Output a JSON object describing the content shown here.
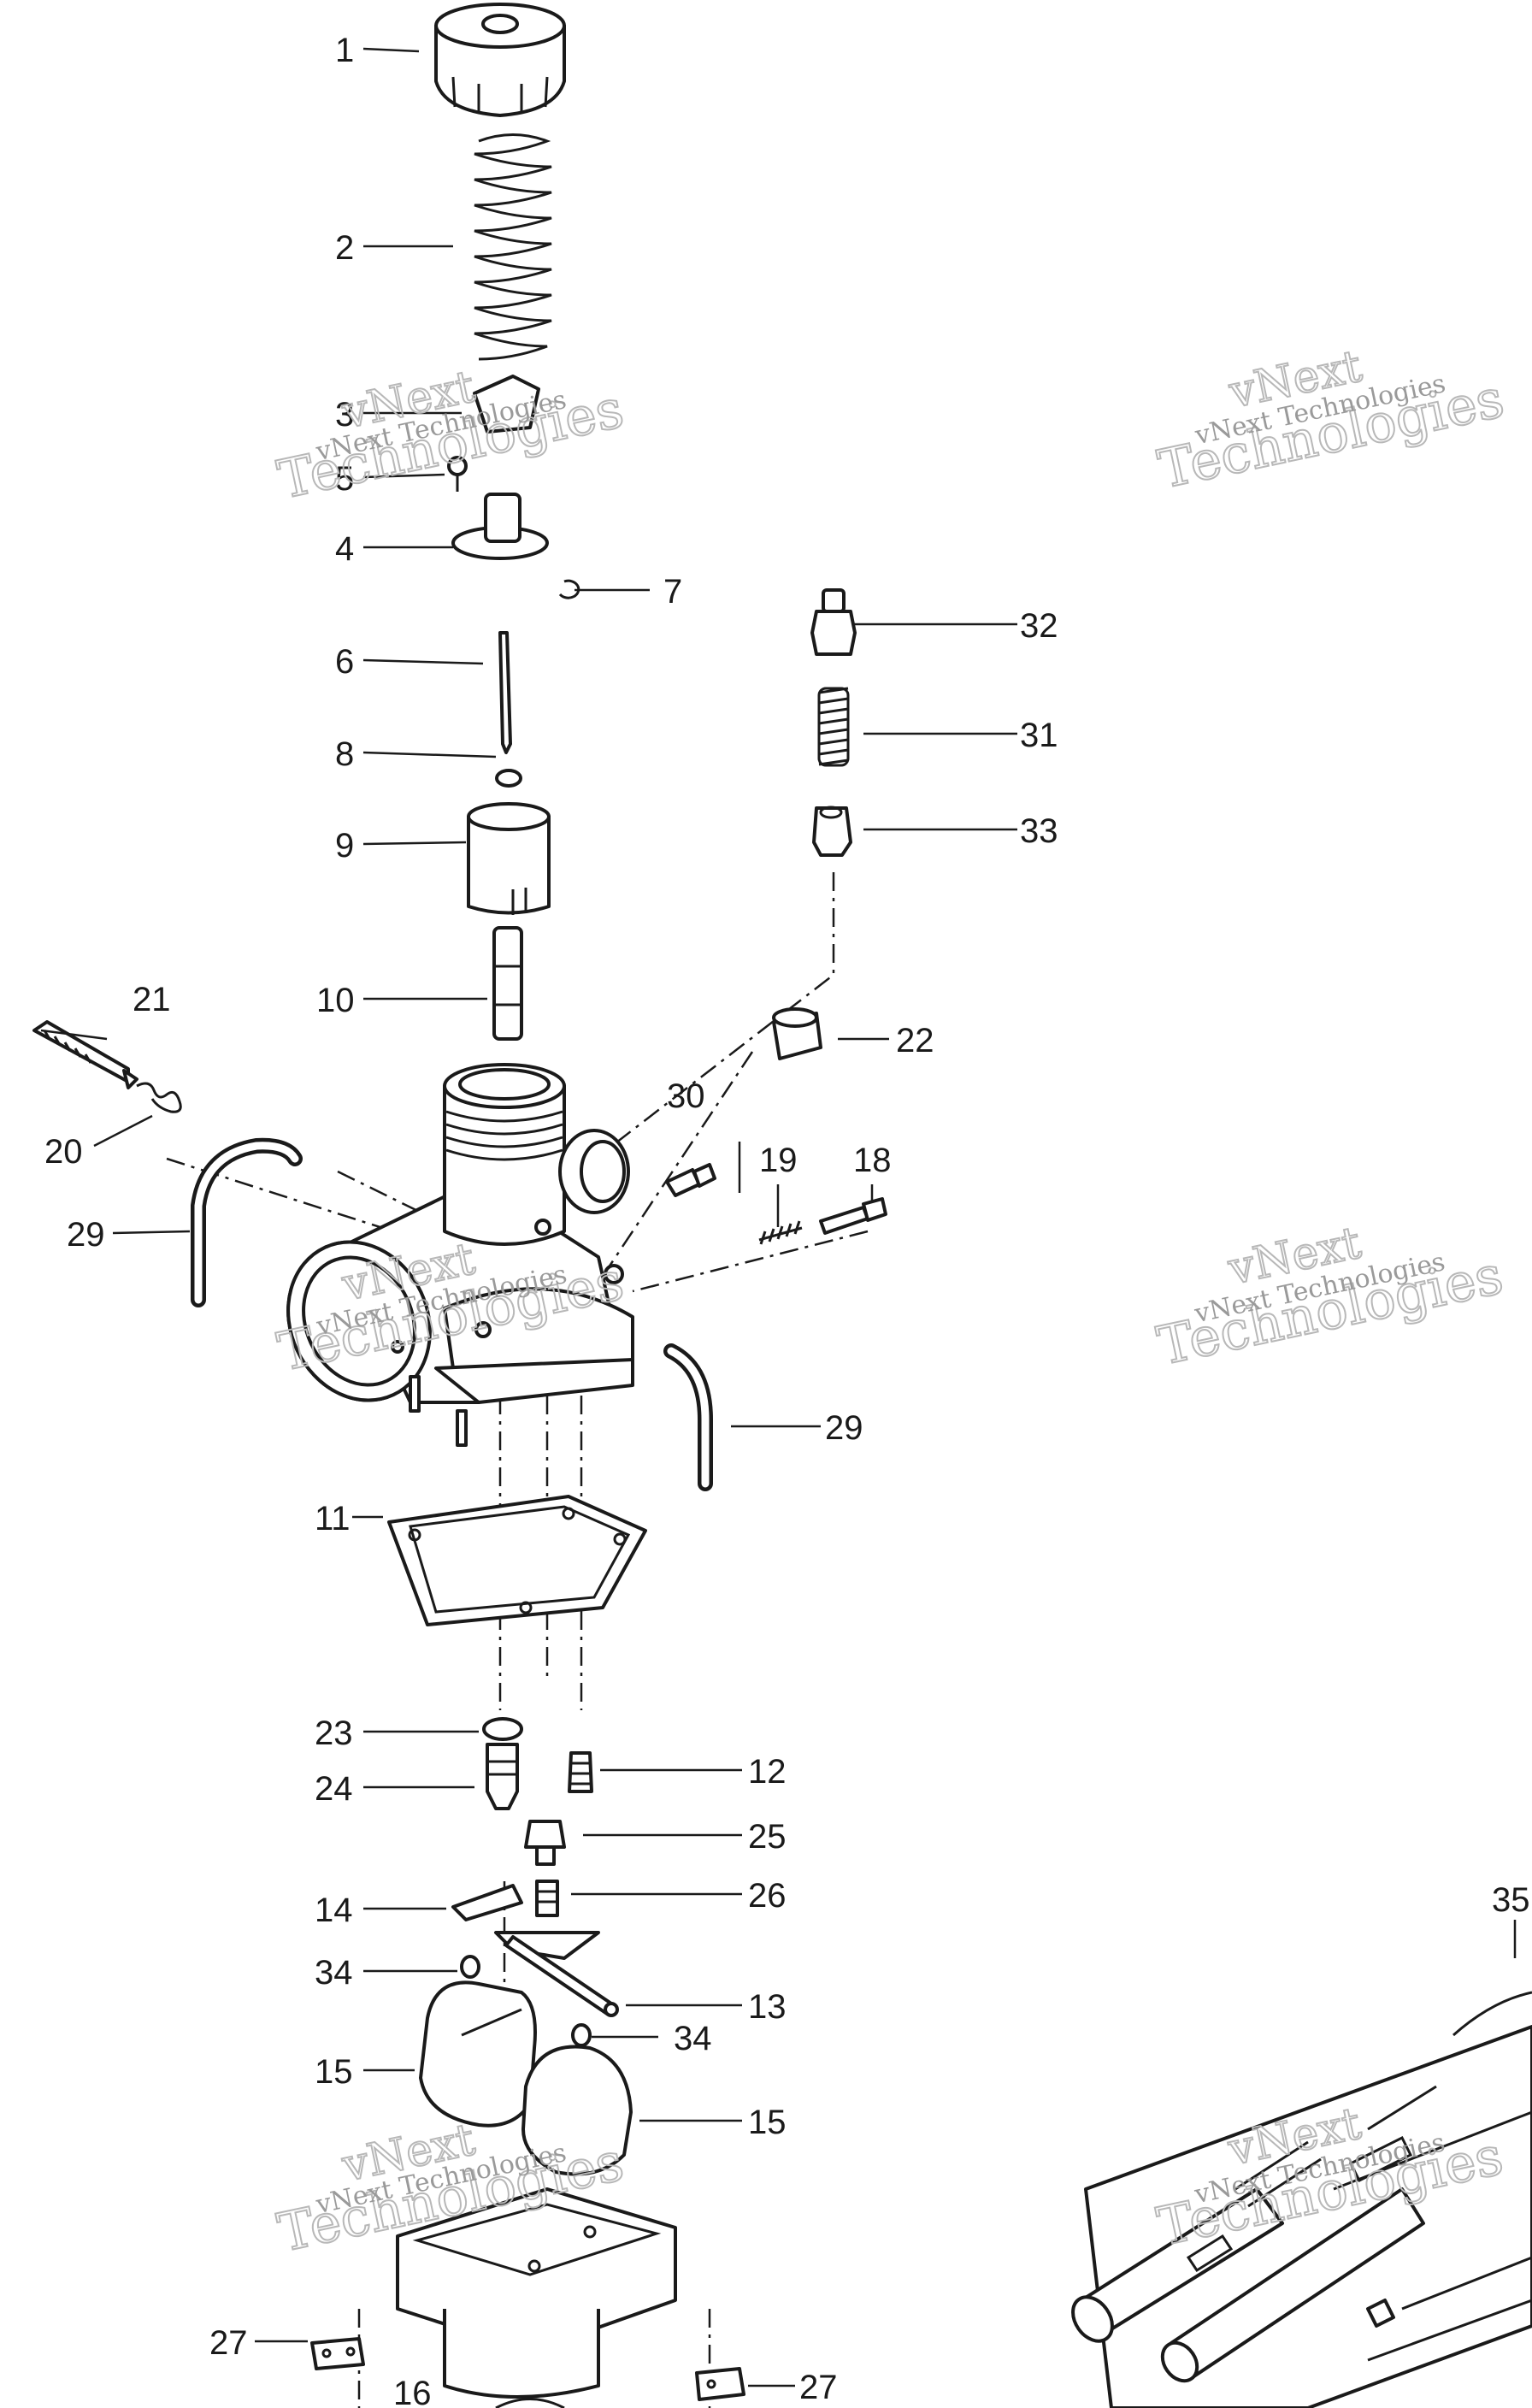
{
  "watermark": {
    "line1": "vNext Technologies",
    "line2a": "vNext",
    "line2b": "Technologies"
  },
  "parts": {
    "p1": "1",
    "p2": "2",
    "p3": "3",
    "p4": "4",
    "p5": "5",
    "p6": "6",
    "p7": "7",
    "p8": "8",
    "p9": "9",
    "p10": "10",
    "p11": "11",
    "p12": "12",
    "p13": "13",
    "p14": "14",
    "p15a": "15",
    "p15b": "15",
    "p16": "16",
    "p18": "18",
    "p19": "19",
    "p20": "20",
    "p21": "21",
    "p22": "22",
    "p23": "23",
    "p24": "24",
    "p25": "25",
    "p26": "26",
    "p27a": "27",
    "p27b": "27",
    "p29a": "29",
    "p29b": "29",
    "p30": "30",
    "p31": "31",
    "p32": "32",
    "p33": "33",
    "p34a": "34",
    "p34b": "34",
    "p35": "35"
  }
}
